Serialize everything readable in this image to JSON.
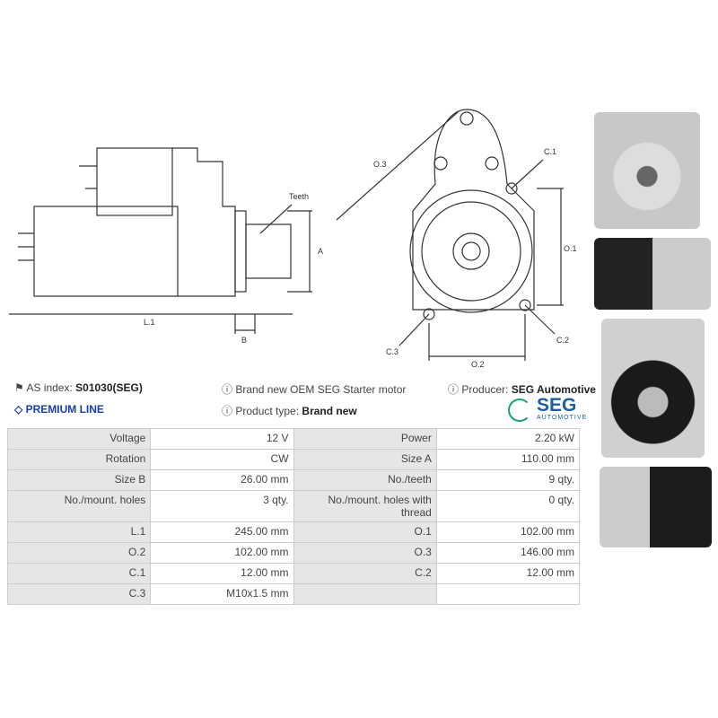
{
  "diagram": {
    "side_labels": {
      "teeth": "Teeth",
      "a": "A",
      "b": "B",
      "l1": "L.1"
    },
    "front_labels": {
      "o3": "O.3",
      "c1": "C.1",
      "o1": "O.1",
      "c2": "C.2",
      "o2": "O.2",
      "c3": "C.3"
    }
  },
  "info": {
    "as_index_label": "AS index:",
    "as_index_value": "S01030(SEG)",
    "premium": "PREMIUM LINE",
    "description": "Brand new OEM SEG Starter motor",
    "product_type_label": "Product type:",
    "product_type_value": "Brand new",
    "producer_label": "Producer:",
    "producer_value": "SEG Automotive",
    "logo_text": "SEG",
    "logo_sub": "AUTOMOTIVE"
  },
  "colors": {
    "premium": "#1a3fb0",
    "logo": "#1b5fa0",
    "logo_ring": "#1aa37a",
    "table_label_bg": "#e6e6e6"
  },
  "specs": [
    [
      "Voltage",
      "12 V",
      "Power",
      "2.20 kW"
    ],
    [
      "Rotation",
      "CW",
      "Size A",
      "110.00 mm"
    ],
    [
      "Size B",
      "26.00 mm",
      "No./teeth",
      "9 qty."
    ],
    [
      "No./mount. holes",
      "3 qty.",
      "No./mount. holes with thread",
      "0 qty."
    ],
    [
      "L.1",
      "245.00 mm",
      "O.1",
      "102.00 mm"
    ],
    [
      "O.2",
      "102.00 mm",
      "O.3",
      "146.00 mm"
    ],
    [
      "C.1",
      "12.00 mm",
      "C.2",
      "12.00 mm"
    ],
    [
      "C.3",
      "M10x1.5 mm",
      "",
      ""
    ]
  ]
}
